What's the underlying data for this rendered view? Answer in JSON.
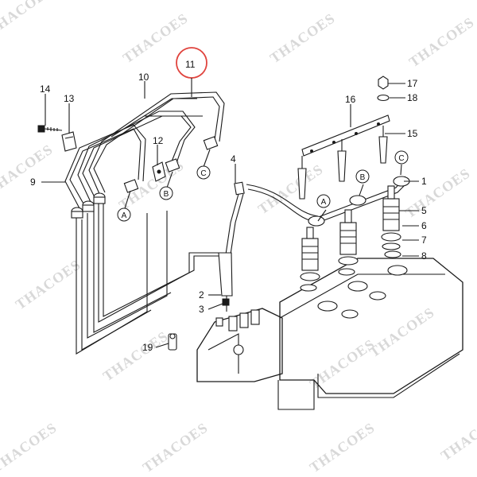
{
  "watermark": "THACOES",
  "highlight_color": "#e0443e",
  "callouts": [
    "1",
    "2",
    "3",
    "4",
    "5",
    "6",
    "7",
    "8",
    "9",
    "10",
    "11",
    "12",
    "13",
    "14",
    "15",
    "16",
    "17",
    "18",
    "19"
  ],
  "connectors": [
    "A",
    "B",
    "C"
  ]
}
